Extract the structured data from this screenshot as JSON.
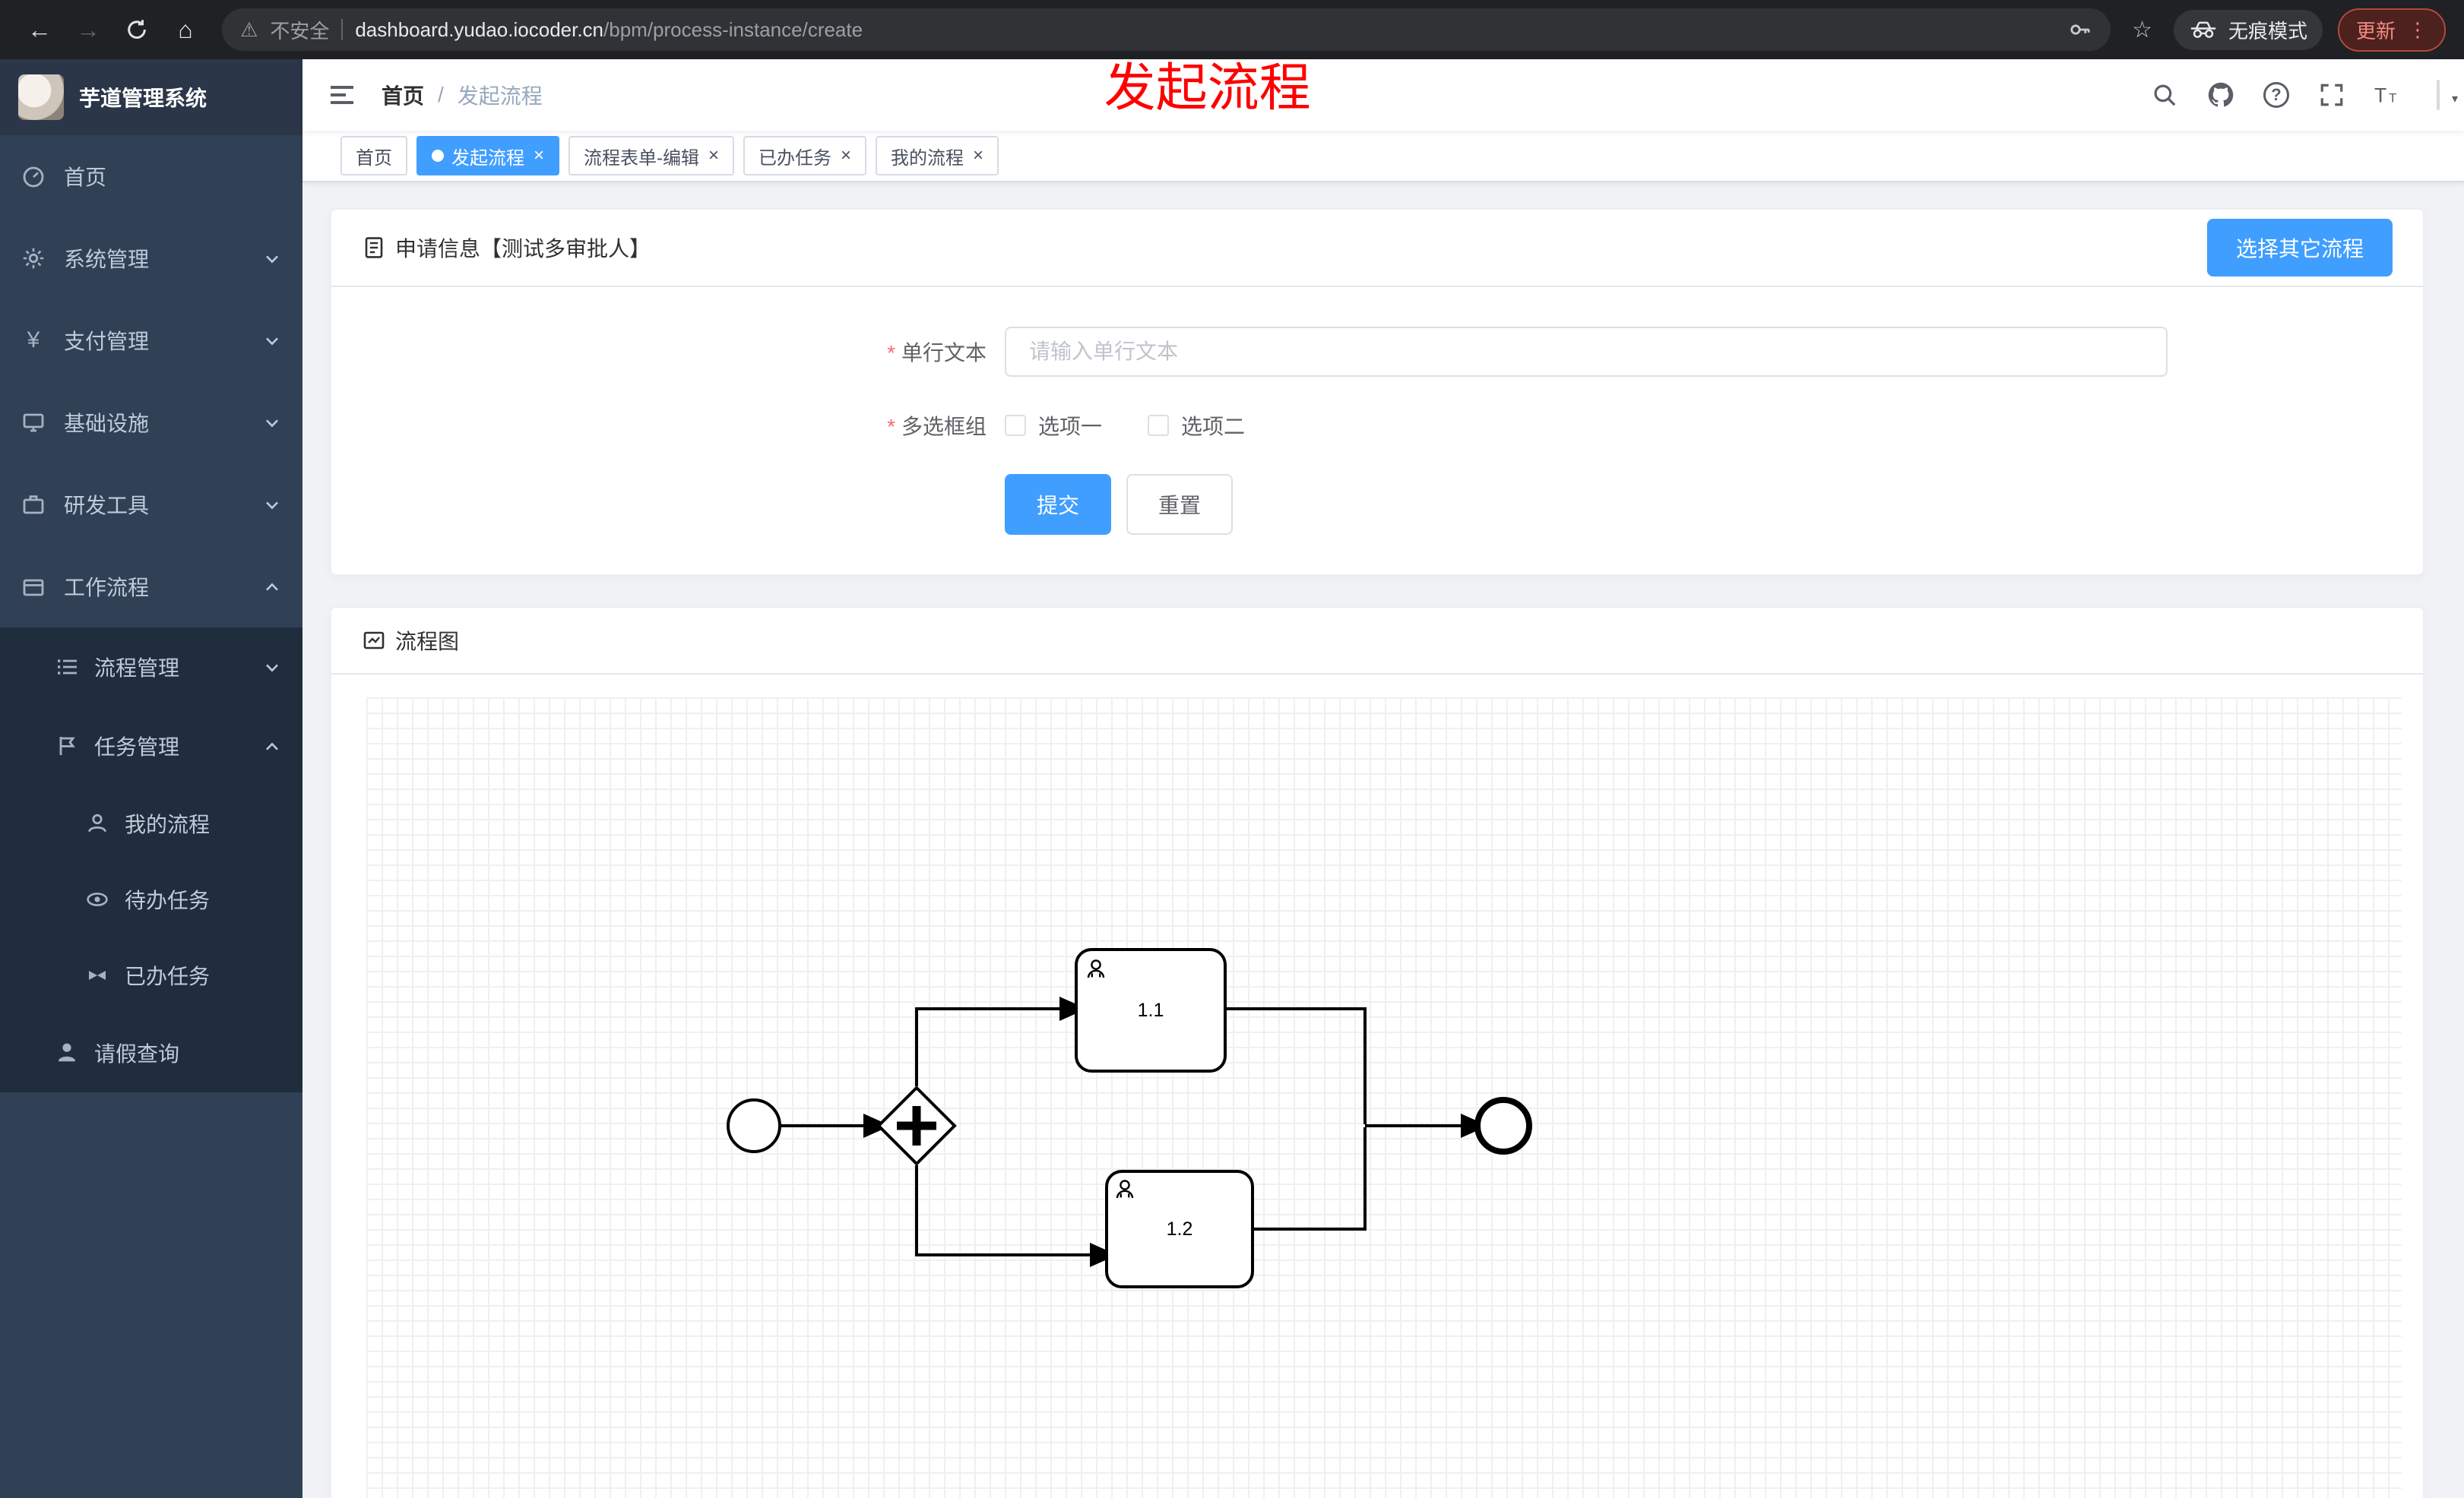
{
  "browser": {
    "security_label": "不安全",
    "url_domain": "dashboard.yudao.iocoder.cn",
    "url_path": "/bpm/process-instance/create",
    "incognito_label": "无痕模式",
    "update_label": "更新"
  },
  "annotation": {
    "text": "发起流程",
    "color": "#ff0000"
  },
  "sidebar": {
    "logo_title": "芋道管理系统",
    "items": [
      {
        "label": "首页"
      },
      {
        "label": "系统管理"
      },
      {
        "label": "支付管理"
      },
      {
        "label": "基础设施"
      },
      {
        "label": "研发工具"
      },
      {
        "label": "工作流程"
      }
    ],
    "workflow_children": [
      {
        "label": "流程管理"
      },
      {
        "label": "任务管理"
      }
    ],
    "task_children": [
      {
        "label": "我的流程"
      },
      {
        "label": "待办任务"
      },
      {
        "label": "已办任务"
      }
    ],
    "leave_item": {
      "label": "请假查询"
    }
  },
  "header": {
    "breadcrumb_home": "首页",
    "breadcrumb_current": "发起流程"
  },
  "tabs": [
    {
      "label": "首页",
      "active": false,
      "closable": false
    },
    {
      "label": "发起流程",
      "active": true,
      "closable": true
    },
    {
      "label": "流程表单-编辑",
      "active": false,
      "closable": true
    },
    {
      "label": "已办任务",
      "active": false,
      "closable": true
    },
    {
      "label": "我的流程",
      "active": false,
      "closable": true
    }
  ],
  "form_card": {
    "title": "申请信息【测试多审批人】",
    "select_other_button": "选择其它流程",
    "field_text": {
      "label": "单行文本",
      "required": true,
      "placeholder": "请输入单行文本",
      "value": ""
    },
    "field_checkbox": {
      "label": "多选框组",
      "required": true,
      "options": [
        "选项一",
        "选项二"
      ],
      "checked": [
        false,
        false
      ]
    },
    "submit_label": "提交",
    "reset_label": "重置"
  },
  "diagram_card": {
    "title": "流程图",
    "tasks": [
      {
        "label": "1.1"
      },
      {
        "label": "1.2"
      }
    ]
  },
  "colors": {
    "primary": "#409eff",
    "sidebar_bg": "#304156",
    "submenu_bg": "#1f2d3d",
    "annotation": "#ff0000",
    "active_tab_bg": "#409eff",
    "chrome_bg": "#202124"
  }
}
